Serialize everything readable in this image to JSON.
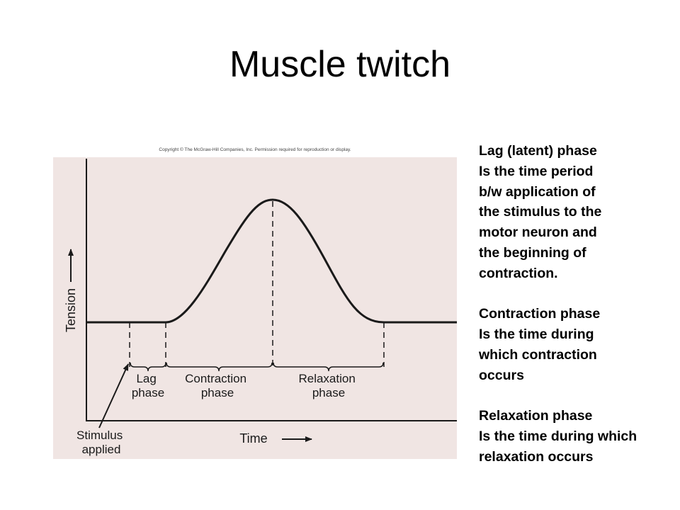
{
  "slide": {
    "title": "Muscle twitch"
  },
  "figure": {
    "copyright": "Copyright © The McGraw-Hill Companies, Inc. Permission required for reproduction or display.",
    "y_axis_label": "Tension",
    "x_axis_label": "Time",
    "phases": {
      "lag": [
        "Lag",
        "phase"
      ],
      "contraction": [
        "Contraction",
        "phase"
      ],
      "relaxation": [
        "Relaxation",
        "phase"
      ]
    },
    "stimulus_label": [
      "Stimulus",
      "applied"
    ],
    "colors": {
      "panel_background": "#f0e5e3",
      "line": "#1a1a1a"
    }
  },
  "descriptions": [
    {
      "lines": [
        "Lag (latent) phase",
        "Is the time period",
        "b/w application of",
        "the stimulus to the",
        "motor neuron and",
        "the beginning of",
        "contraction."
      ]
    },
    {
      "lines": [
        "Contraction phase",
        "Is the time during",
        "which contraction",
        "occurs"
      ]
    },
    {
      "lines": [
        "Relaxation phase",
        "Is the time during which",
        "relaxation occurs"
      ]
    }
  ]
}
